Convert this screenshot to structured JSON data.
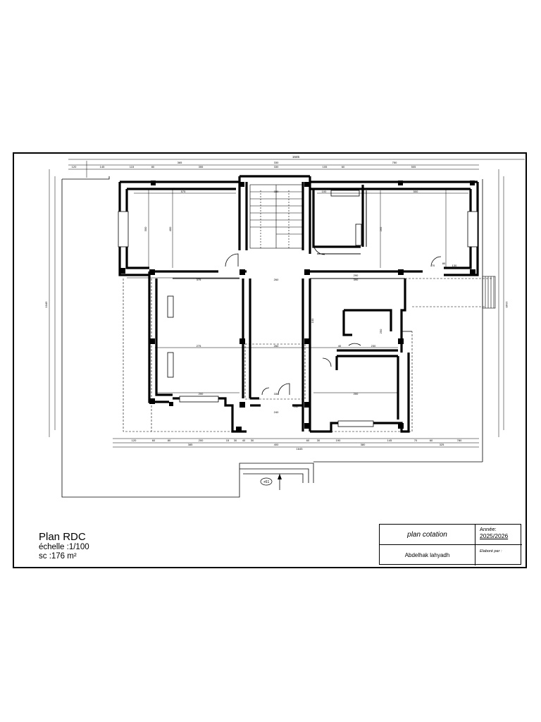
{
  "plan": {
    "title": "Plan RDC",
    "scale": "échelle :1/100",
    "surface": "sc :176 m²"
  },
  "cartouche": {
    "subject": "plan cotation",
    "author": "Abdelhak lahyadh",
    "year_label": "Année:",
    "year_value": "2025/2026",
    "prepared_label": "Elaboré par :"
  },
  "level_marker": "+61",
  "dimensions": {
    "top_outer": "1645",
    "top_upper": [
      "365",
      "330",
      "750"
    ],
    "top_lower": [
      "120",
      "145",
      "115",
      "80",
      "355",
      "330",
      "105",
      "60",
      "505"
    ],
    "bottom_upper": [
      "120",
      "60",
      "80",
      "200",
      "15",
      "30",
      "40",
      "30",
      "60",
      "30",
      "190",
      "145",
      "70",
      "60",
      "780"
    ],
    "bottom_mid": [
      "385",
      "400",
      "380",
      "325"
    ],
    "bottom_outer": "1645",
    "left_outer": "1045",
    "right_outer": "1045",
    "interior": [
      "575",
      "330",
      "100",
      "500",
      "375",
      "260",
      "390",
      "200",
      "275",
      "260",
      "230",
      "290",
      "200",
      "330",
      "240",
      "140",
      "70",
      "100",
      "130",
      "80",
      "40",
      "300",
      "250",
      "400",
      "265"
    ]
  }
}
